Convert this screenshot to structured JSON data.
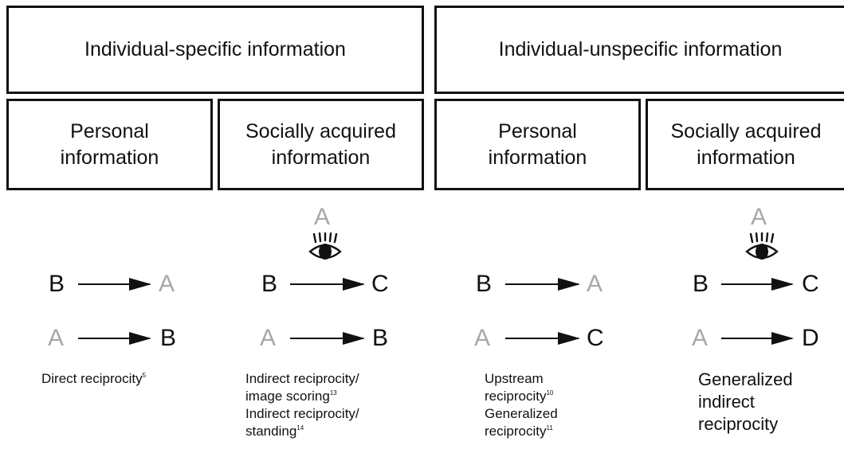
{
  "headers": {
    "specific": "Individual-specific information",
    "unspecific": "Individual-unspecific information"
  },
  "columns": [
    {
      "title_line1": "Personal",
      "title_line2": "information",
      "observer": "",
      "row1": {
        "from": "B",
        "to": "A"
      },
      "row2": {
        "from": "A",
        "to": "B"
      },
      "caption": [
        {
          "text": "Direct reciprocity",
          "ref": "5"
        }
      ]
    },
    {
      "title_line1": "Socially acquired",
      "title_line2": "information",
      "observer": "A",
      "row1": {
        "from": "B",
        "to": "C"
      },
      "row2": {
        "from": "A",
        "to": "B"
      },
      "caption": [
        {
          "text": "Indirect reciprocity/",
          "ref": ""
        },
        {
          "text": "image scoring",
          "ref": "13"
        },
        {
          "text": "Indirect reciprocity/",
          "ref": ""
        },
        {
          "text": "standing",
          "ref": "14"
        }
      ]
    },
    {
      "title_line1": "Personal",
      "title_line2": "information",
      "observer": "",
      "row1": {
        "from": "B",
        "to": "A"
      },
      "row2": {
        "from": "A",
        "to": "C"
      },
      "caption": [
        {
          "text": "Upstream",
          "ref": ""
        },
        {
          "text": "reciprocity",
          "ref": "10"
        },
        {
          "text": "Generalized",
          "ref": ""
        },
        {
          "text": "reciprocity",
          "ref": "11"
        }
      ]
    },
    {
      "title_line1": "Socially acquired",
      "title_line2": "information",
      "observer": "A",
      "row1": {
        "from": "B",
        "to": "C"
      },
      "row2": {
        "from": "A",
        "to": "D"
      },
      "caption": [
        {
          "text": "Generalized",
          "ref": ""
        },
        {
          "text": "indirect",
          "ref": ""
        },
        {
          "text": "reciprocity",
          "ref": ""
        }
      ]
    }
  ],
  "colors": {
    "stroke": "#111111",
    "subject_a": "#a8a8a8",
    "other": "#111111"
  }
}
